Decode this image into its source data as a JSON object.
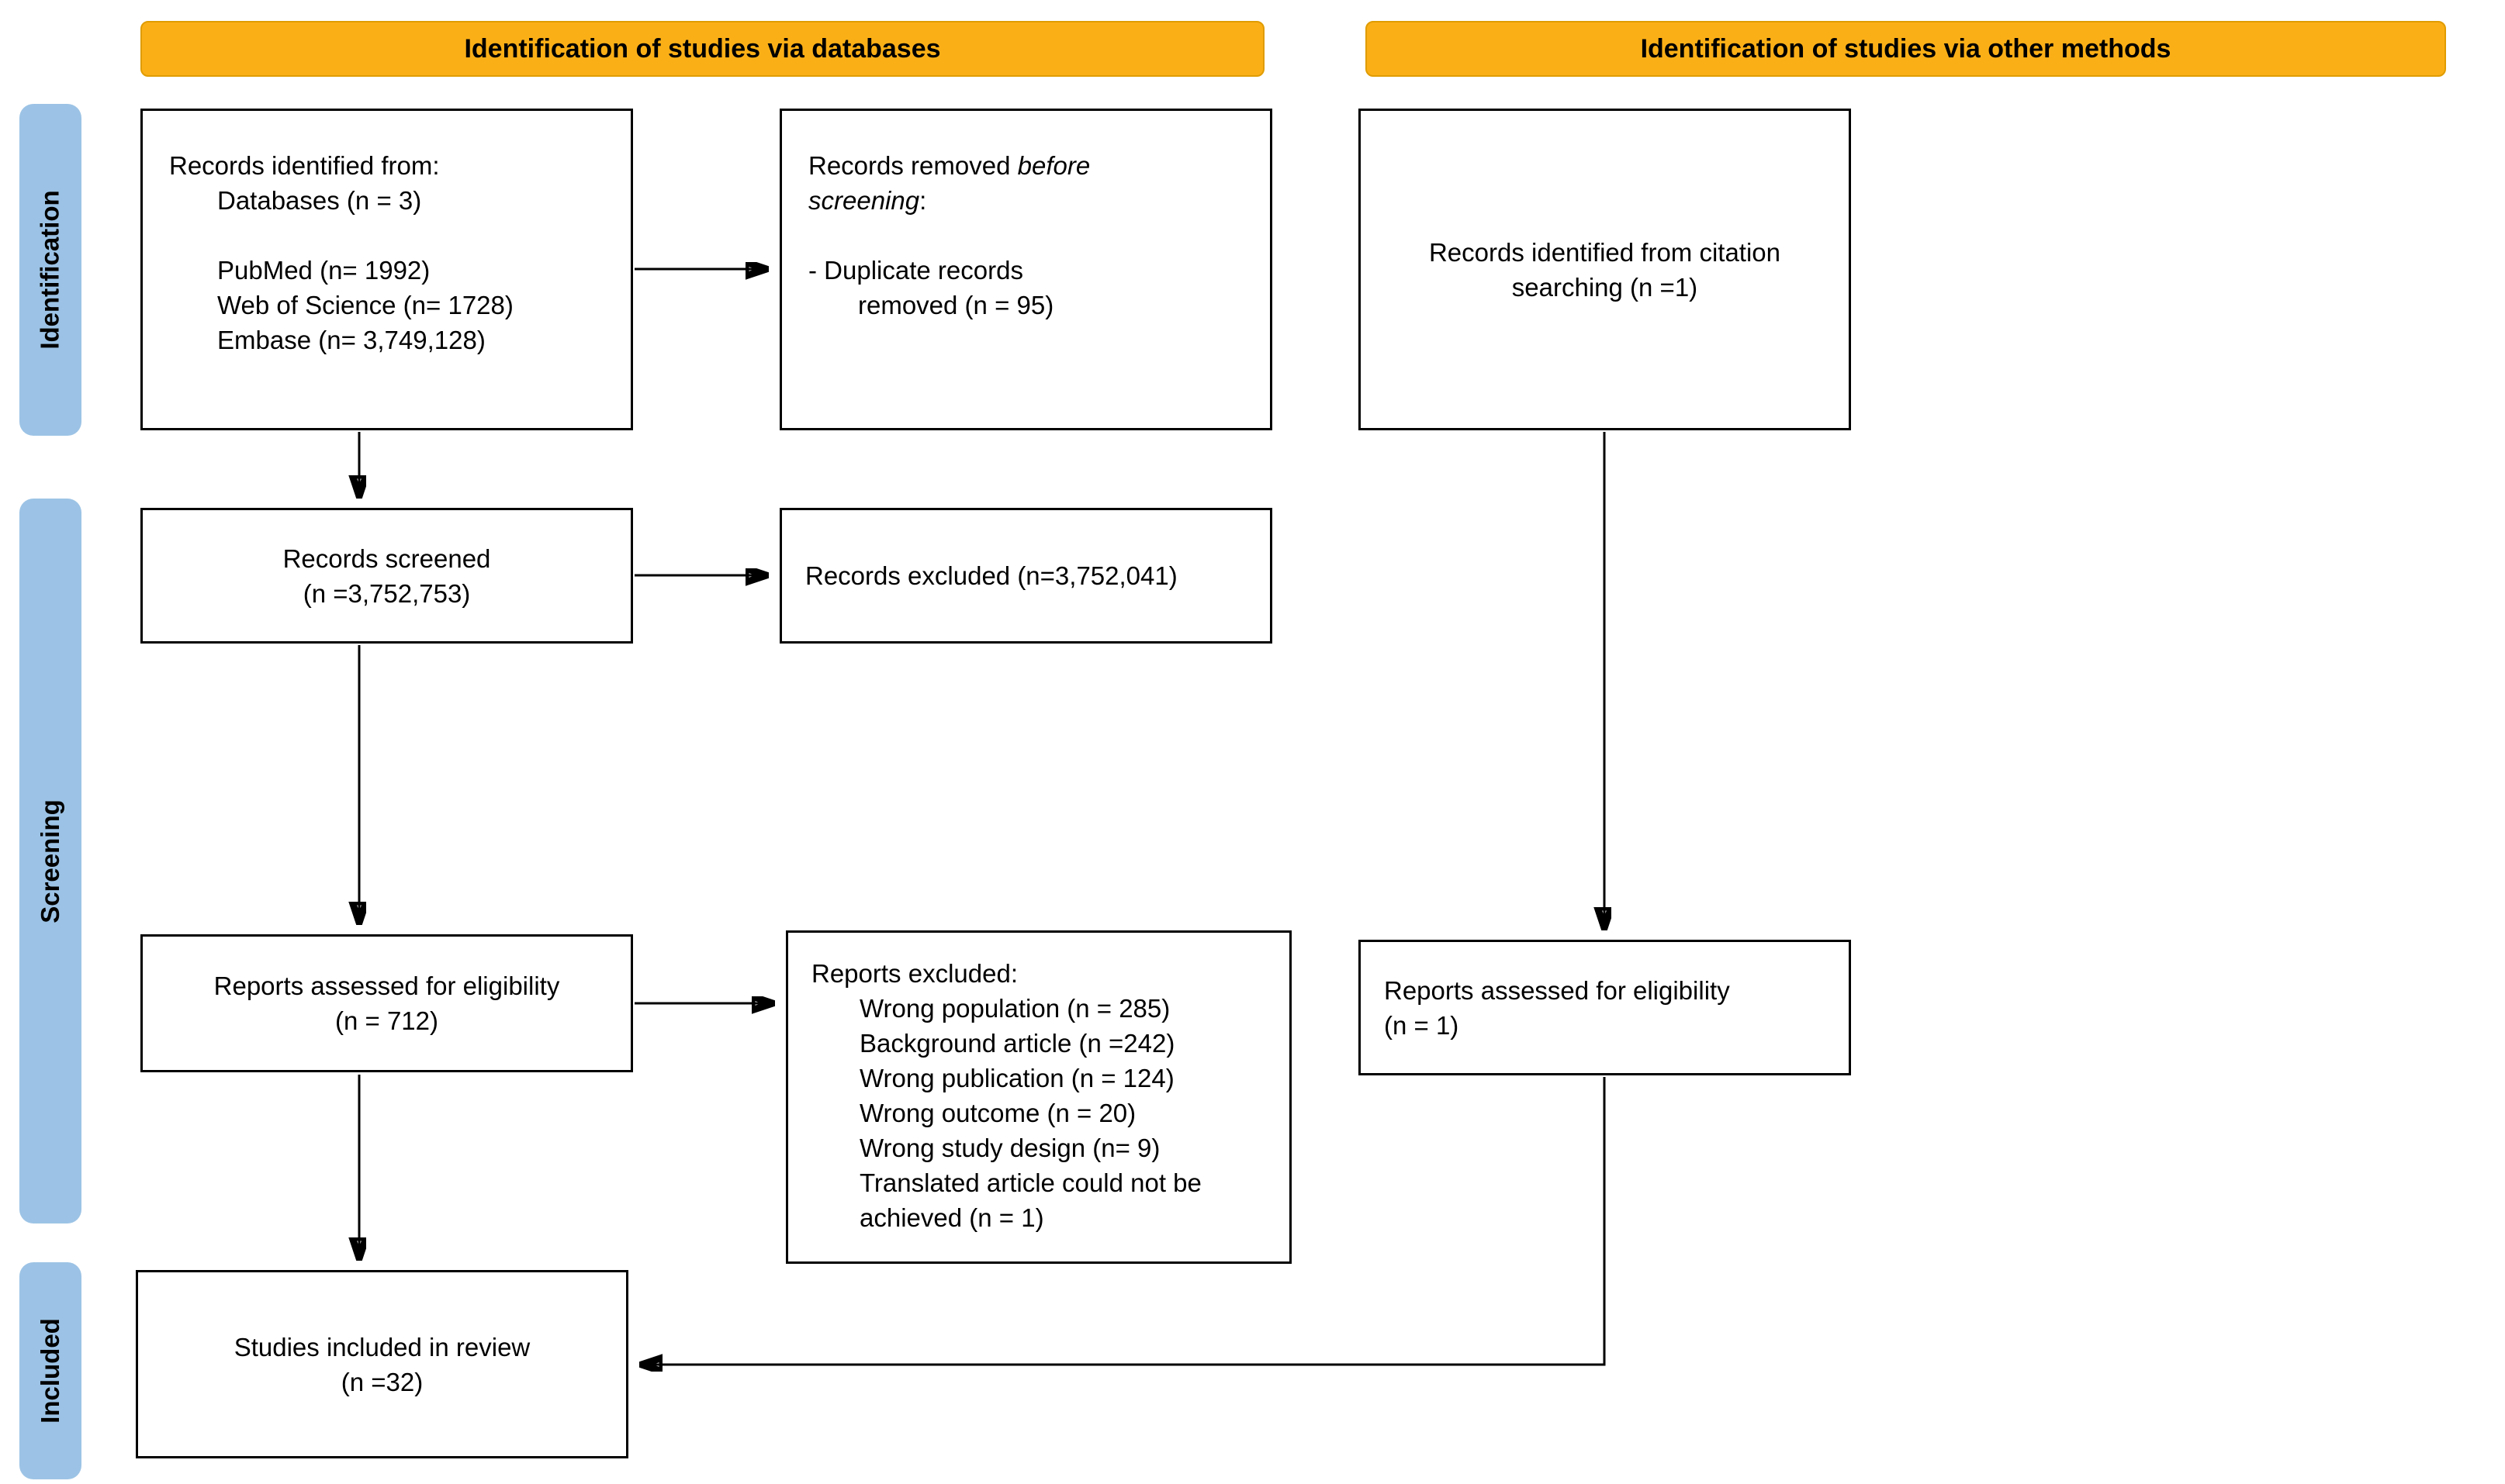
{
  "colors": {
    "banner": "#FBAF17",
    "banner-border": "#E09C00",
    "stage": "#9CC3E5",
    "line": "#000000",
    "box-border": "#000000"
  },
  "headers": {
    "databases": "Identification of studies via databases",
    "other_methods": "Identification of studies via other methods"
  },
  "stages": {
    "identification": "Identification",
    "screening": "Screening",
    "included": "Included"
  },
  "boxes": {
    "records_identified": {
      "line1": "Records identified from:",
      "line2": "Databases (n = 3)",
      "line3": "PubMed (n= 1992)",
      "line4": "Web of Science (n= 1728)",
      "line5": "Embase (n= 3,749,128)"
    },
    "records_removed": {
      "line1_normal": "Records removed ",
      "line1_italic": "before",
      "line2_italic": "screening",
      "line2_suffix": ":",
      "bullet": "- Duplicate records",
      "bullet_cont": "removed (n = 95)"
    },
    "citation_searching": {
      "line1": "Records identified from citation",
      "line2": "searching (n =1)"
    },
    "records_screened": {
      "line1": "Records screened",
      "line2": "(n =3,752,753)"
    },
    "records_excluded": {
      "line1": "Records excluded (n=3,752,041)"
    },
    "reports_assessed": {
      "line1": "Reports assessed for eligibility",
      "line2": "(n = 712)"
    },
    "reports_excluded": {
      "title": "Reports excluded:",
      "items": [
        "Wrong population (n = 285)",
        "Background article (n =242)",
        "Wrong publication (n = 124)",
        "Wrong outcome (n = 20)",
        "Wrong study design (n= 9)",
        "Translated article could not be achieved (n = 1)"
      ]
    },
    "reports_assessed_other": {
      "line1": "Reports assessed for eligibility",
      "line2": "(n = 1)"
    },
    "studies_included": {
      "line1": "Studies included in review",
      "line2": "(n =32)"
    }
  }
}
